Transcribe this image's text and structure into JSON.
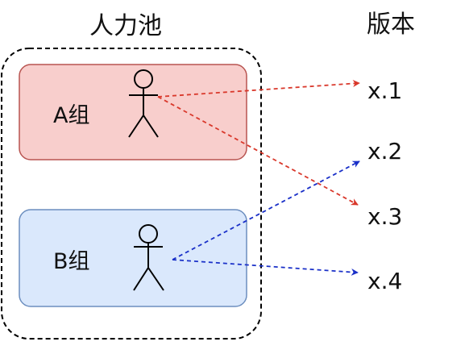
{
  "titles": {
    "pool": "人力池",
    "versions": "版本"
  },
  "groups": [
    {
      "label": "A组",
      "fill": "#f8cecc",
      "stroke": "#b85450"
    },
    {
      "label": "B组",
      "fill": "#dae8fc",
      "stroke": "#6c8ebf"
    }
  ],
  "versions": [
    "x.1",
    "x.2",
    "x.3",
    "x.4"
  ],
  "colors": {
    "group_a_arrows": "#d9382b",
    "group_b_arrows": "#1a30c8",
    "pool_border": "#000000"
  },
  "assignments": [
    {
      "group": "A组",
      "version": "x.1"
    },
    {
      "group": "A组",
      "version": "x.3"
    },
    {
      "group": "B组",
      "version": "x.2"
    },
    {
      "group": "B组",
      "version": "x.4"
    }
  ]
}
